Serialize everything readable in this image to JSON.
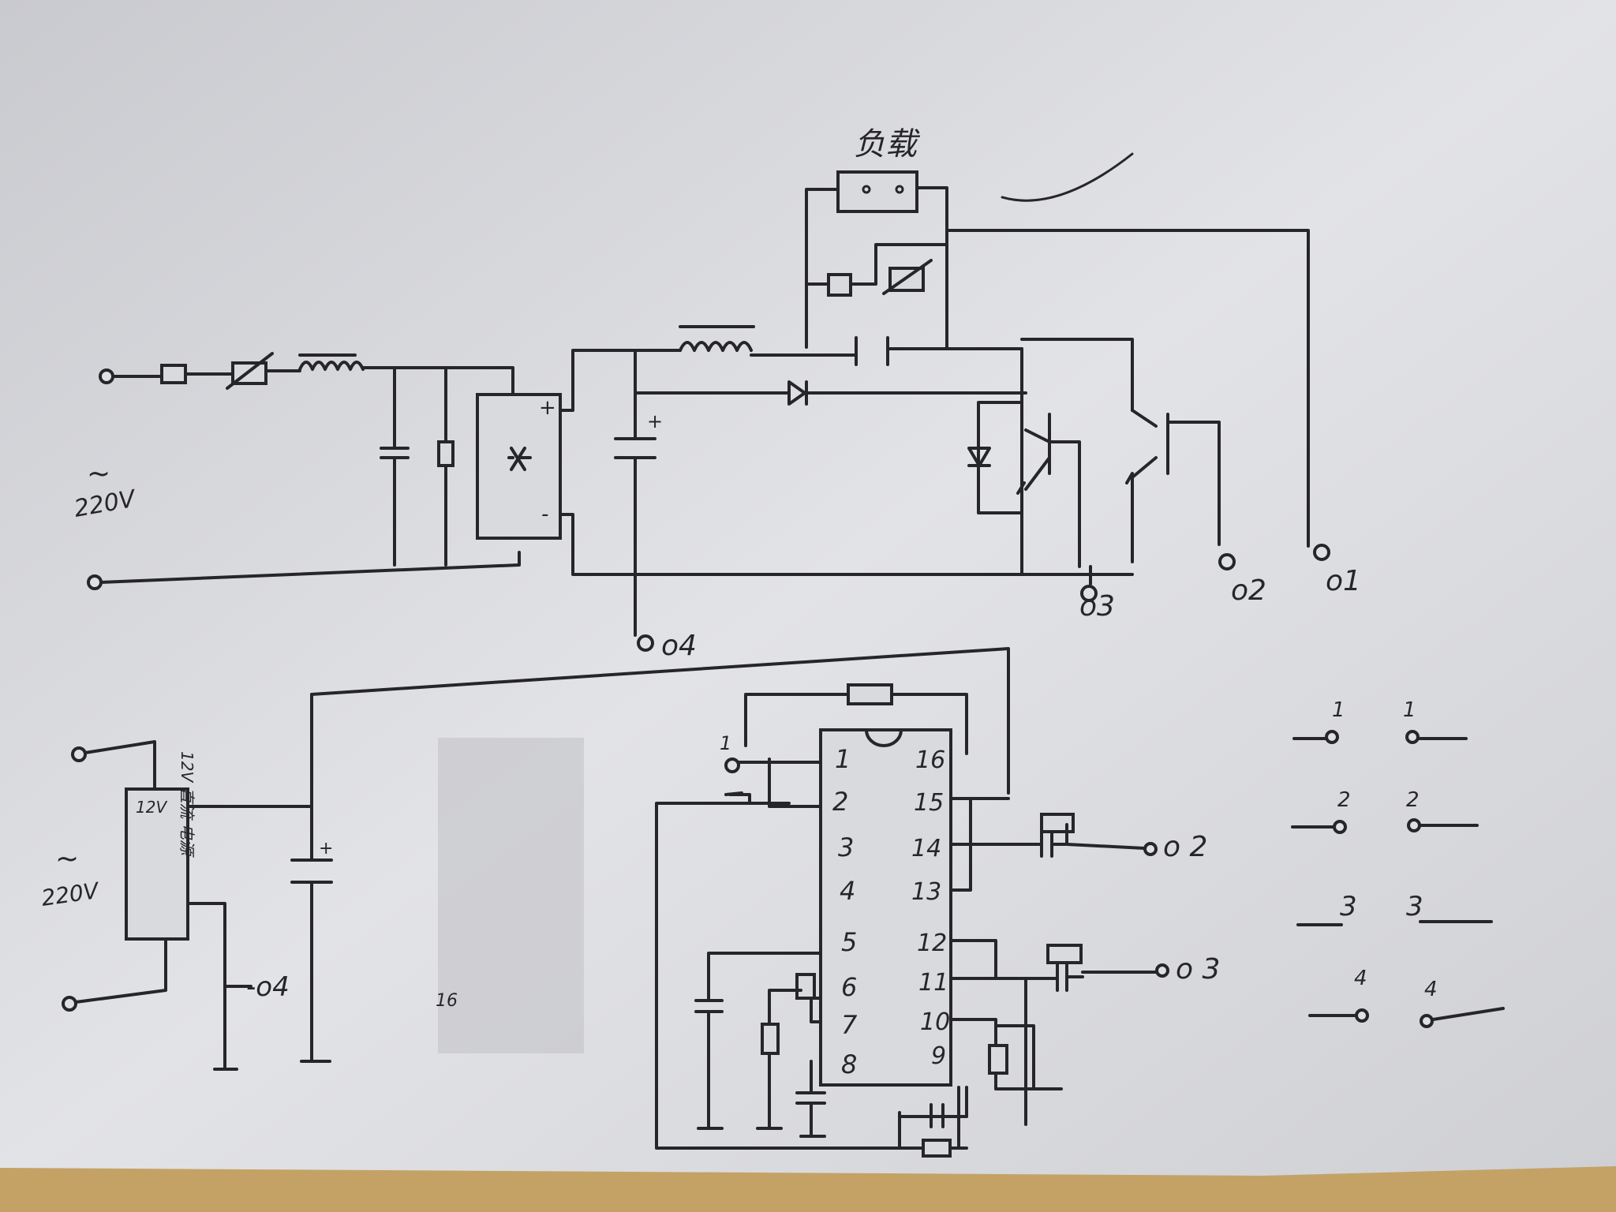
{
  "labels": {
    "load": "负载",
    "ac_symbol": "~",
    "ac_voltage": "220V",
    "ac_voltage_2": "220V",
    "plus": "+",
    "minus": "-",
    "psu_text": "12V 直流 电源",
    "psu_v": "12V",
    "smudge_pin": "16"
  },
  "terminals": {
    "t1": "o1",
    "t2": "o2",
    "t3": "o3",
    "t4": "o4",
    "t4_psu": "-o4",
    "out2": "o 2",
    "out3": "o 3",
    "in1": "o"
  },
  "ic_pins_left": [
    "1",
    "2",
    "3",
    "4",
    "5",
    "6",
    "7",
    "8"
  ],
  "ic_pins_right": [
    "16",
    "15",
    "14",
    "13",
    "12",
    "11",
    "10",
    "9"
  ],
  "connector_labels": [
    "1",
    "2",
    "3",
    "4"
  ],
  "colors": {
    "paper": "#dcdde1",
    "ink": "#26262a",
    "desk": "#c8a86a"
  }
}
